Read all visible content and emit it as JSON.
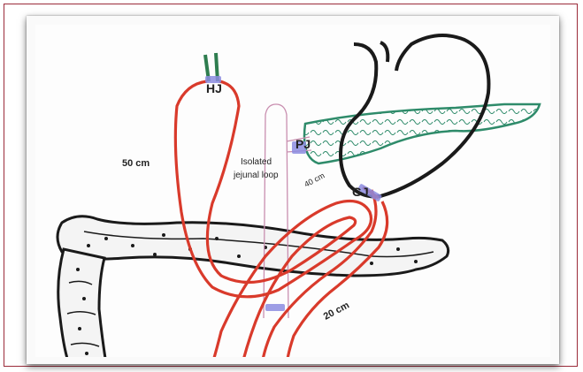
{
  "labels": {
    "hj": "HJ",
    "pj": "PJ",
    "gj": "GJ",
    "len_50": "50 cm",
    "len_40": "40 cm",
    "len_20": "20 cm",
    "isolated_line1": "Isolated",
    "isolated_line2": "jejunal loop"
  },
  "colors": {
    "bowel": "#d93a2b",
    "outline": "#1a1a1a",
    "pancreas": "#2e8b6a",
    "bile_duct": "#2e7d4f",
    "anastomosis": "#8c8ce0",
    "isolated_loop": "#c98fb0"
  }
}
